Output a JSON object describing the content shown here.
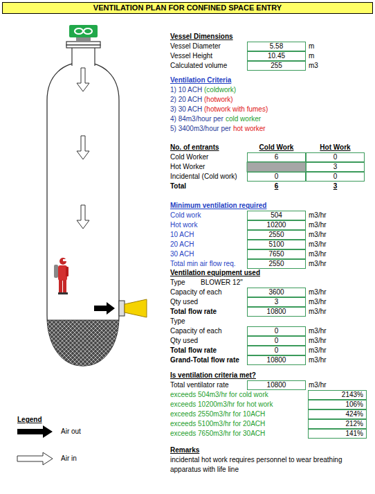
{
  "diagram": {
    "title": "VENTILATION PLAN FOR CONFINED SPACE ENTRY",
    "labels": [
      "Vessel Dimensions",
      "Vessel Diameter",
      "5.58",
      "m",
      "Vessel Height",
      "10.45",
      "m",
      "Calculated volume",
      "255",
      "m3",
      "Ventilation Criteria",
      "1) 10 ACH",
      "(coldwork)",
      "2) 20 ACH",
      "(hotwork)",
      "3) 30 ACH",
      "(hotwork with fumes)",
      "4) 84m3/hour per",
      "cold worker",
      "5) 3400m3/hour per",
      "hot worker",
      "No. of entrants",
      "Cold Work",
      "Hot Work",
      "Cold Worker",
      "6",
      "0",
      "Hot Worker",
      "3",
      "Incidental (Cold work)",
      "0",
      "0",
      "Total",
      "6",
      "3",
      "Minimum ventilation required",
      "Cold work",
      "504",
      "m3/hr",
      "Hot work",
      "10200",
      "m3/hr",
      "10 ACH",
      "2550",
      "m3/hr",
      "20 ACH",
      "5100",
      "m3/hr",
      "30 ACH",
      "7650",
      "m3/hr",
      "Total min air flow req.",
      "2550",
      "m3/hr",
      "Ventilation equipment used",
      "Type",
      "BLOWER 12\"",
      "Capacity of each",
      "3600",
      "m3/hr",
      "Qty used",
      "3",
      "m3/hr",
      "Total flow rate",
      "10800",
      "m3/hr",
      "Type",
      "Capacity of each",
      "0",
      "m3/hr",
      "Qty used",
      "0",
      "m3/hr",
      "Total flow rate",
      "0",
      "m3/hr",
      "Grand-Total flow rate",
      "10800",
      "m3/hr",
      "Is ventilation criteria met?",
      "Total ventilator rate",
      "10800",
      "m3/hr",
      "exceeds 504m3/hr for cold work",
      "2143%",
      "exceeds 10200m3/hr for hot work",
      "106%",
      "exceeds 2550m3/hr for 10ACH",
      "424%",
      "exceeds 5100m3/hr for 20ACH",
      "212%",
      "exceeds 7650m3/hr for 30ACH",
      "141%",
      "Remarks",
      "incidental hot work requires personnel to wear breathing apparatus with life line",
      "Legend"
    ],
    "legend": [
      {
        "text": "Air out"
      },
      {
        "text": "Air in"
      }
    ]
  }
}
